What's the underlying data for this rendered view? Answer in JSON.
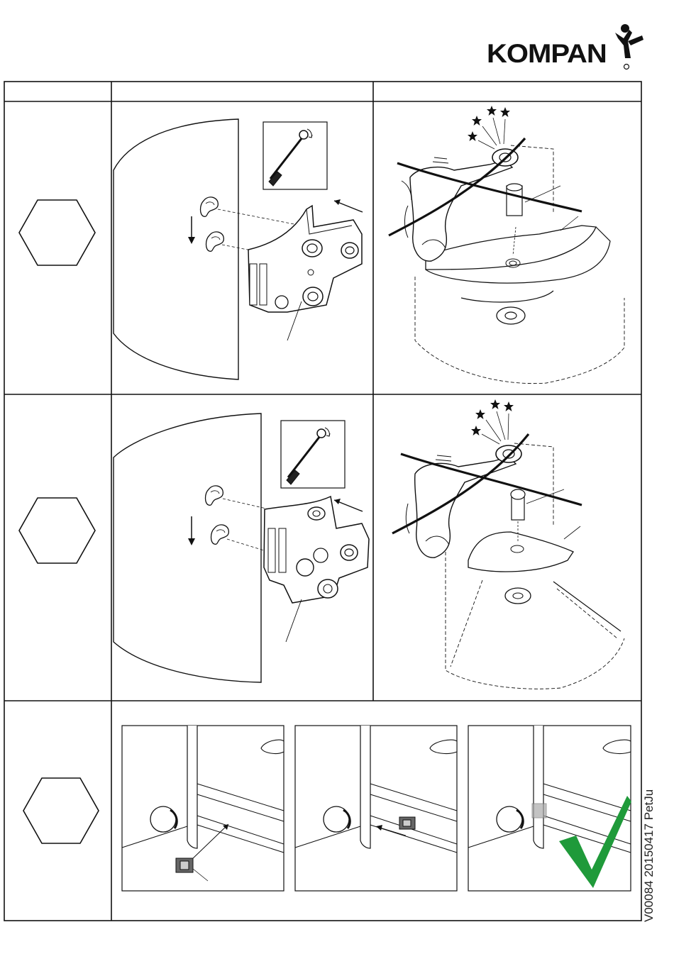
{
  "brand": {
    "name": "KOMPAN",
    "registered_mark": "®"
  },
  "document_code": "V00084  20150417  PetJu",
  "table": {
    "header_cells": [
      "",
      "",
      ""
    ],
    "steps": [
      {
        "hex_label": "",
        "tool": "ratchet-wrench-icon",
        "direction": "tighten"
      },
      {
        "hex_label": "",
        "tool": "ratchet-wrench-icon",
        "direction": "tighten"
      },
      {
        "hex_label": "",
        "detail_panels": [
          "insert-clip",
          "slide-clip",
          "done"
        ]
      }
    ]
  },
  "colors": {
    "line": "#111111",
    "check": "#1f9a3a",
    "clip": "#555555"
  },
  "icons": [
    "kompan-logo-figure-icon",
    "star-icon",
    "checkmark-icon",
    "hexagon-icon"
  ]
}
